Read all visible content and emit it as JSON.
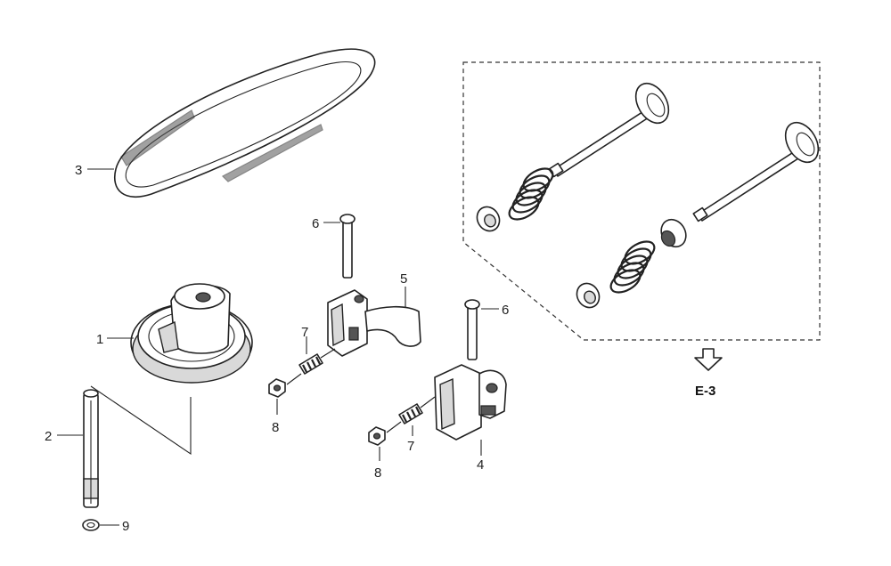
{
  "callouts": {
    "c1": "1",
    "c2": "2",
    "c3": "3",
    "c4": "4",
    "c5": "5",
    "c6a": "6",
    "c6b": "6",
    "c7a": "7",
    "c7b": "7",
    "c8a": "8",
    "c8b": "8",
    "c9": "9"
  },
  "reference": {
    "label": "E-3",
    "arrow_icon": "down-arrow-icon"
  },
  "colors": {
    "line": "#222222",
    "shade": "#d9d9d9",
    "background": "#ffffff"
  }
}
